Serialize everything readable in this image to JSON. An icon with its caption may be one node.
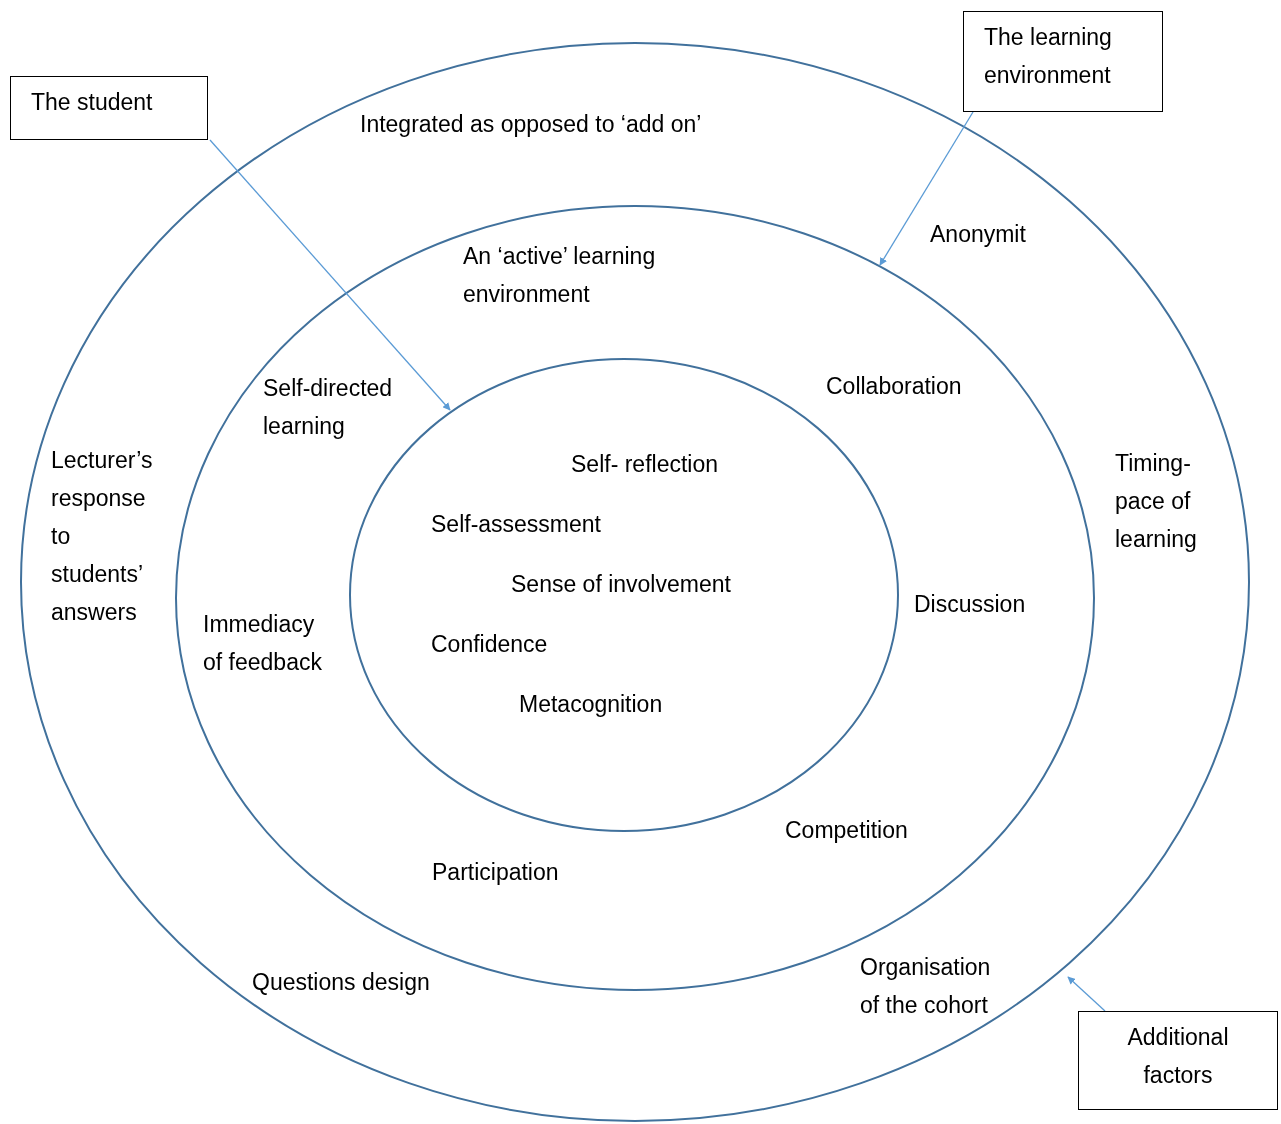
{
  "diagram": {
    "nodes": [
      {
        "text": [
          "Integrated as opposed to ‘add on’",
          "Anonymit",
          "Lecturer’s response to students’ answers",
          "Timing- pace of learning",
          "Questions design",
          "Organisation of the cohort"
        ]
      },
      {
        "text": [
          "An ‘active’ learning environment",
          "Self-directed learning",
          "Collaboration",
          "Immediacy of feedback",
          "Discussion",
          "Competition",
          "Participation"
        ],
        "in": 0
      },
      {
        "text": [
          "Self- reflection",
          "Self-assessment",
          "Sense of involvement",
          "Confidence",
          "Metacognition"
        ],
        "in": 1
      },
      {
        "text": [
          "The student"
        ]
      },
      {
        "text": [
          "The learning environment"
        ]
      },
      {
        "text": [
          "Additional factors"
        ]
      }
    ],
    "edges": [
      {
        "from": 3,
        "to": 2,
        "arrow": "to"
      },
      {
        "from": 4,
        "to": 1,
        "arrow": "to"
      },
      {
        "from": 5,
        "to": 0,
        "arrow": "to"
      }
    ]
  }
}
